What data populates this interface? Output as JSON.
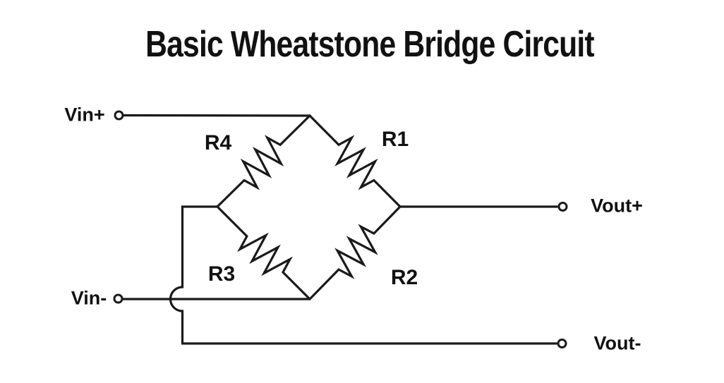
{
  "title": "Basic Wheatstone Bridge Circuit",
  "labels": {
    "vin_plus": "Vin+",
    "vin_minus": "Vin-",
    "vout_plus": "Vout+",
    "vout_minus": "Vout-",
    "r1": "R1",
    "r2": "R2",
    "r3": "R3",
    "r4": "R4"
  },
  "diagram": {
    "type": "circuit-schematic",
    "topology": "wheatstone-bridge",
    "components": [
      "R1",
      "R2",
      "R3",
      "R4"
    ],
    "terminals": [
      "Vin+",
      "Vin-",
      "Vout+",
      "Vout-"
    ],
    "connections": [
      "Vin+ connects to top bridge node between R4 and R1",
      "Vin- connects to bottom bridge node between R3 and R2",
      "Vout+ connects to right bridge node between R1 and R2",
      "Vout- connects to left bridge node between R4 and R3 via a wire that hops over the Vin- wire"
    ]
  },
  "colors": {
    "background": "#ffffff",
    "line": "#1a1a1a",
    "text": "#111111"
  }
}
